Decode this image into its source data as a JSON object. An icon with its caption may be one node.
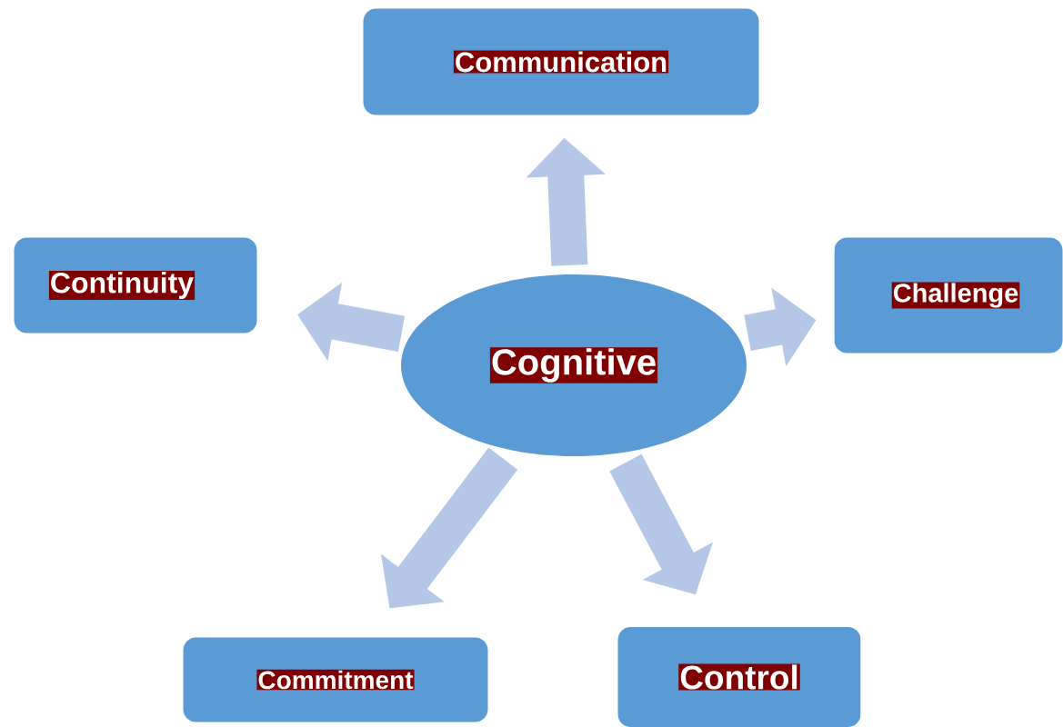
{
  "diagram": {
    "nodes": [
      {
        "text": [
          "Cognitive"
        ]
      },
      {
        "text": [
          "Communication"
        ]
      },
      {
        "text": [
          "Continuity"
        ]
      },
      {
        "text": [
          "Challenge"
        ]
      },
      {
        "text": [
          "Commitment"
        ]
      },
      {
        "text": [
          "Control"
        ]
      }
    ],
    "edges": [
      {
        "from": 0,
        "to": 1,
        "arrow": "to"
      },
      {
        "from": 0,
        "to": 2,
        "arrow": "to"
      },
      {
        "from": 0,
        "to": 3,
        "arrow": "to"
      },
      {
        "from": 0,
        "to": 4,
        "arrow": "to"
      },
      {
        "from": 0,
        "to": 5,
        "arrow": "to"
      }
    ]
  }
}
